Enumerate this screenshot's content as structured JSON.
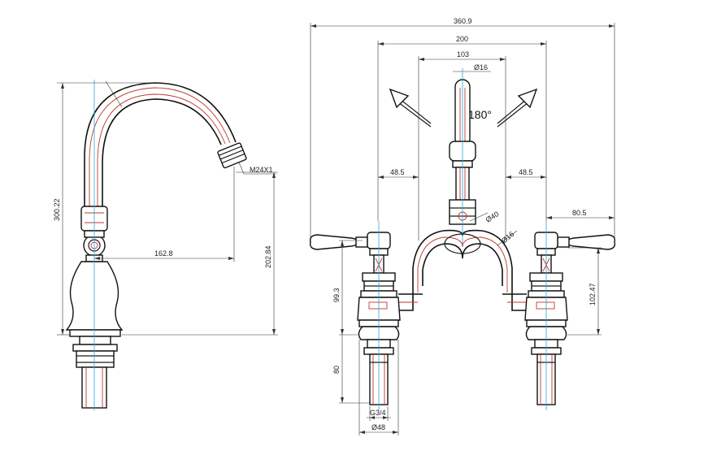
{
  "side_view": {
    "dim_total_height": "300.22",
    "dim_reach": "162.8",
    "dim_outlet_height": "202.84",
    "dim_thread": "M24X1"
  },
  "front_view": {
    "dim_overall_width": "360.9",
    "dim_centres": "200",
    "dim_spout_base": "103",
    "dim_spout_dia": "Ø16",
    "rotation_label": "180°",
    "dim_left_offset": "48.5",
    "dim_right_offset": "48.5",
    "dim_handle_reach": "80.5",
    "dim_bridge_dia": "Ø40",
    "dim_bridge_tube_dia": "Ø16",
    "dim_left_height": "99.3",
    "dim_right_height": "102.47",
    "dim_shank_length": "80",
    "dim_thread": "G3/4",
    "dim_flange_dia": "Ø48"
  },
  "colors": {
    "outline": "#1a1a1a",
    "centerline": "#2aa9e0",
    "hidden_detail": "#c0392b",
    "dimension": "#333333"
  }
}
